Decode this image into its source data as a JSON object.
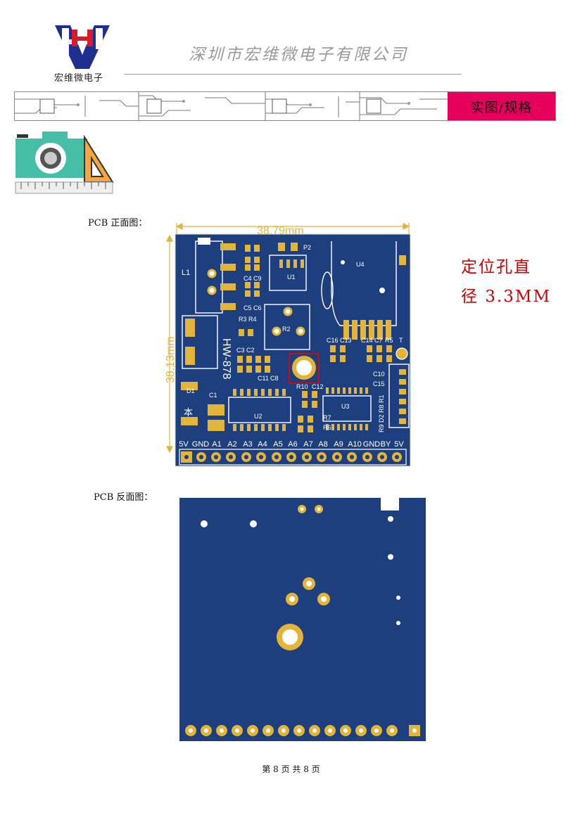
{
  "header": {
    "company_name": "深圳市宏维微电子有限公司",
    "logo_text": "宏维微电子",
    "logo_letters": "HV",
    "section_tag": "实图/规格"
  },
  "figures": {
    "front_label": "PCB 正面图：",
    "back_label": "PCB 反面图：",
    "hole_note_line1": "定位孔直",
    "hole_note_line2": "径 3.3MM",
    "dim_width": "38.79mm",
    "dim_height": "38.13mm",
    "board_name": "HW-878",
    "pin_labels": [
      "5V",
      "GND",
      "A1",
      "A2",
      "A3",
      "A4",
      "A5",
      "A6",
      "A7",
      "A8",
      "A9",
      "A10",
      "GND",
      "BY",
      "5V"
    ],
    "components": {
      "L1": "L1",
      "P2": "P2",
      "U4": "U4",
      "U1": "U1",
      "R2": "R2",
      "R3": "R3",
      "R4": "R4",
      "C4": "C4",
      "C9": "C9",
      "C5": "C5",
      "C6": "C6",
      "C3": "C3",
      "C2": "C2",
      "C11": "C11",
      "C8": "C8",
      "R10": "R10",
      "C12": "C12",
      "C16": "C16",
      "C13": "C13",
      "C14": "C14",
      "C7": "C7",
      "R5": "R5",
      "T": "T",
      "C10": "C10",
      "C15": "C15",
      "R1": "R1",
      "R8": "R8",
      "D2": "D2",
      "R9": "R9",
      "U3": "U3",
      "R6": "R6",
      "R7": "R7",
      "D1": "D1",
      "C1": "C1",
      "U2": "U2",
      "ben": "本"
    }
  },
  "footer": {
    "page_text": "第 8 页 共 8 页"
  },
  "colors": {
    "pcb_blue": "#1d3f7e",
    "pad_gold": "#e2b43a",
    "accent_magenta": "#e6005c",
    "note_red": "#d40000"
  }
}
